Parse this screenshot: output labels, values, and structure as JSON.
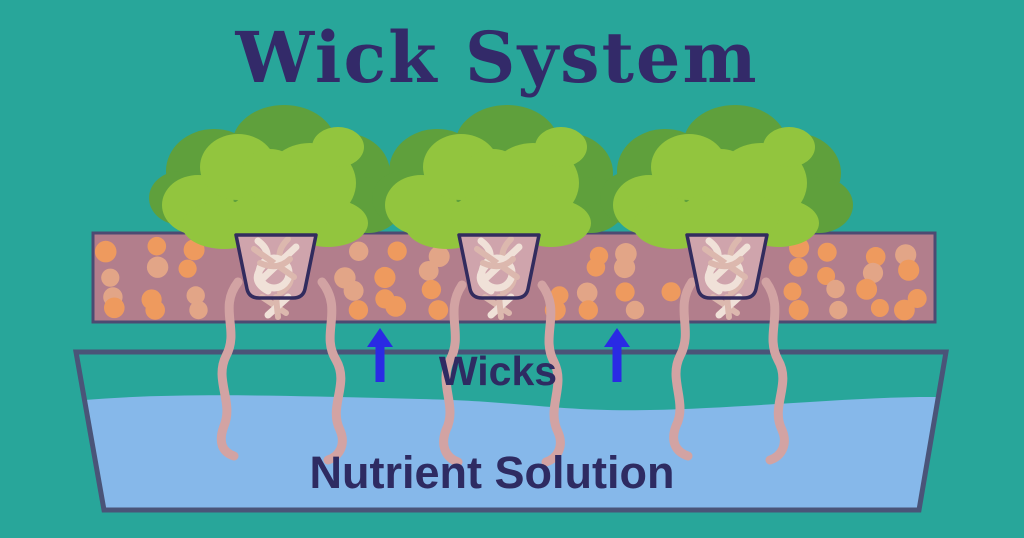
{
  "title": "Wick System",
  "labels": {
    "wicks": "Wicks",
    "nutrient_solution": "Nutrient Solution"
  },
  "diagram": {
    "plant_count": 3,
    "wick_count": 6,
    "up_arrow_count": 2
  },
  "colors": {
    "bg": "#28a69a",
    "title_text": "#332a69",
    "label_text": "#2e2b62",
    "tray_fill": "#b27e8c",
    "tray_stroke": "#4c4a72",
    "dot_a": "#ee9a5e",
    "dot_b": "#e2a587",
    "foliage_dark": "#5fa03c",
    "foliage_light": "#92c53e",
    "pot_fill": "#cfa4ac",
    "pot_stroke": "#322c5e",
    "fiber_light": "#f0e1d8",
    "fiber_mid": "#dcb8ae",
    "wick": "#d2a3a3",
    "water": "#86b8ea",
    "reservoir_stroke": "#4a5478",
    "arrow": "#2a2ae4"
  }
}
